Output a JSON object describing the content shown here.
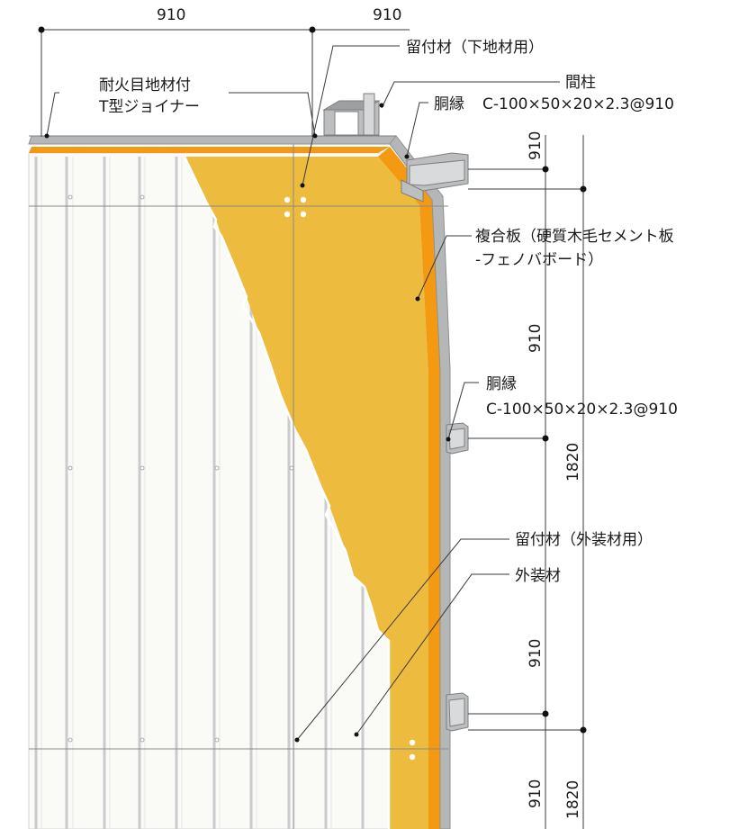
{
  "dimensions": {
    "top_left": "910",
    "top_right": "910",
    "right_a": "910",
    "right_b": "910",
    "right_c": "1820",
    "right_d": "910",
    "right_e": "910",
    "right_f": "1820"
  },
  "labels": {
    "fastener_substrate": "留付材（下地材用）",
    "stud": "間柱",
    "girt_top_1": "胴縁",
    "girt_top_2": "C-100×50×20×2.3@910",
    "joiner_1": "耐火目地材付",
    "joiner_2": "T型ジョイナー",
    "composite_1": "複合板（硬質木毛セメント板",
    "composite_2": "-フェノバボード）",
    "girt_mid_1": "胴縁",
    "girt_mid_2": "C-100×50×20×2.3@910",
    "fastener_exterior": "留付材（外装材用）",
    "exterior": "外装材"
  },
  "colors": {
    "board_yellow": "#EDBB3E",
    "board_edge_orange": "#F39A12",
    "steel_gray": "#B4B6B8",
    "panel_white": "#FAFAF7",
    "rib_gray": "#C9CBCD",
    "line": "#3a3a3a"
  }
}
